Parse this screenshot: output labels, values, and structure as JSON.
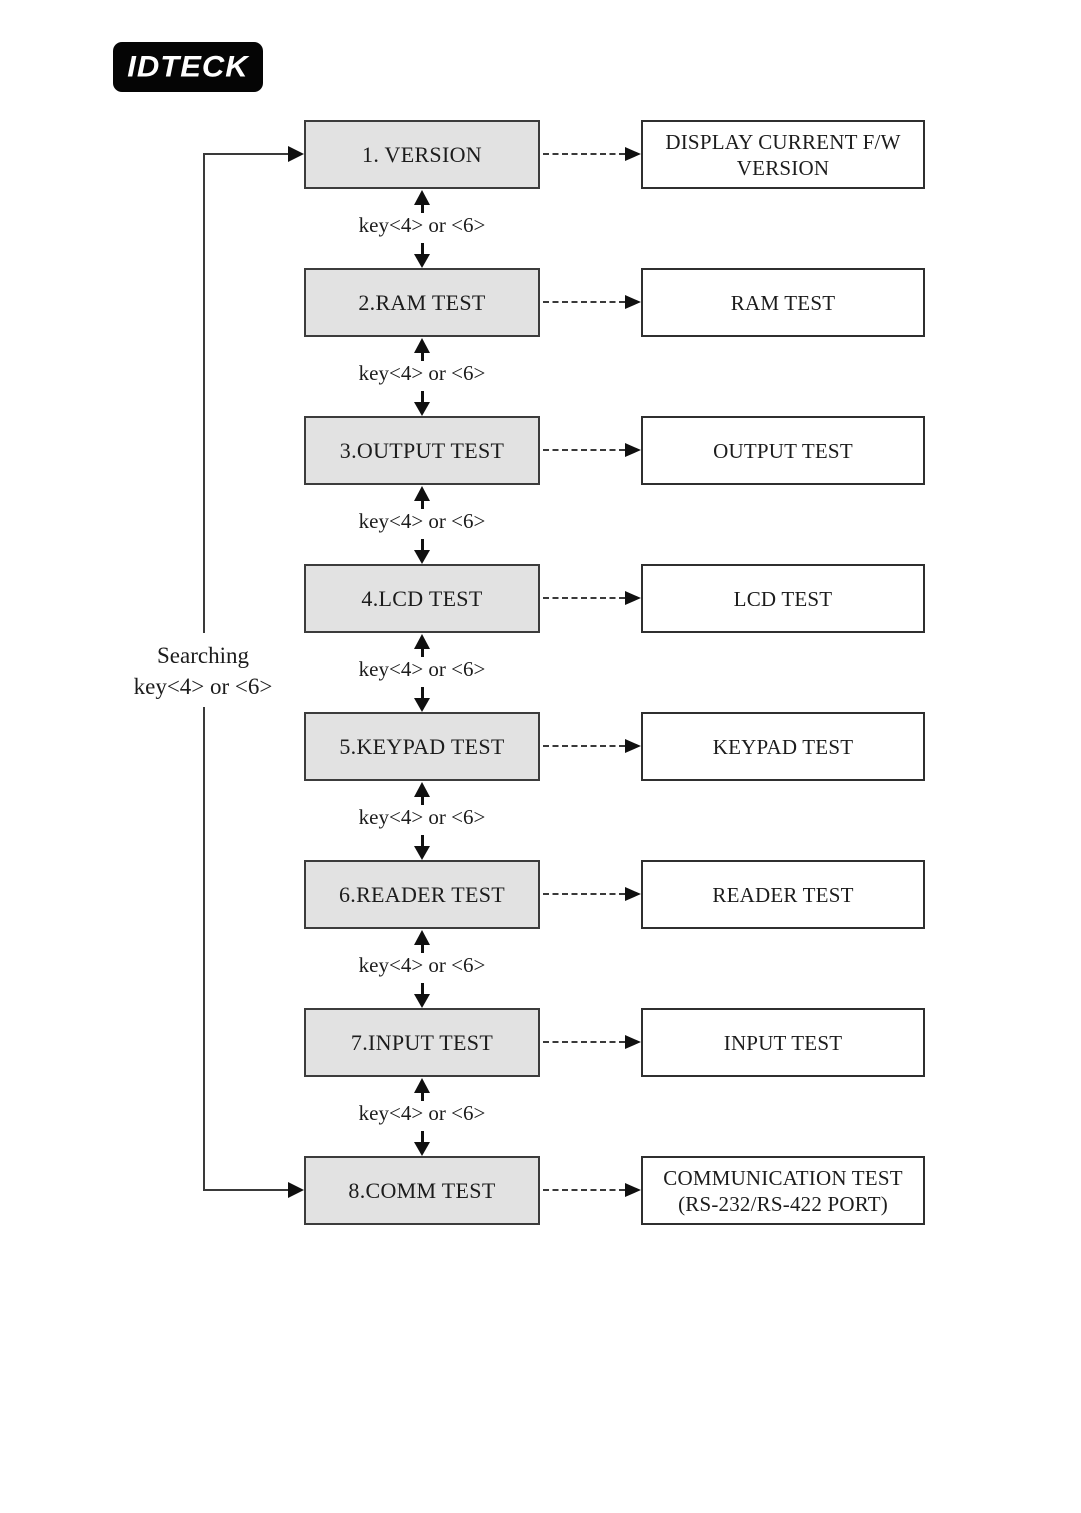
{
  "logo": {
    "text": "IDTECK"
  },
  "loop_label": {
    "line1": "Searching",
    "line2": "key<4> or <6>"
  },
  "connector": {
    "label": "key<4> or <6>"
  },
  "flow": {
    "rows": [
      {
        "menu": "1. VERSION",
        "action": "DISPLAY CURRENT F/W VERSION"
      },
      {
        "menu": "2.RAM TEST",
        "action": "RAM TEST"
      },
      {
        "menu": "3.OUTPUT TEST",
        "action": "OUTPUT TEST"
      },
      {
        "menu": "4.LCD TEST",
        "action": "LCD TEST"
      },
      {
        "menu": "5.KEYPAD TEST",
        "action": "KEYPAD TEST"
      },
      {
        "menu": "6.READER TEST",
        "action": "READER TEST"
      },
      {
        "menu": "7.INPUT TEST",
        "action": "INPUT TEST"
      },
      {
        "menu": "8.COMM TEST",
        "action": "COMMUNICATION TEST (RS-232/RS-422 PORT)"
      }
    ]
  },
  "colors": {
    "menu_box_fill": "#e2e2e2",
    "box_border": "#3c3c3c",
    "line": "#3a3a3a",
    "arrow": "#101010",
    "text": "#1c1c1c",
    "logo_bg": "#050505",
    "logo_fg": "#ffffff"
  }
}
